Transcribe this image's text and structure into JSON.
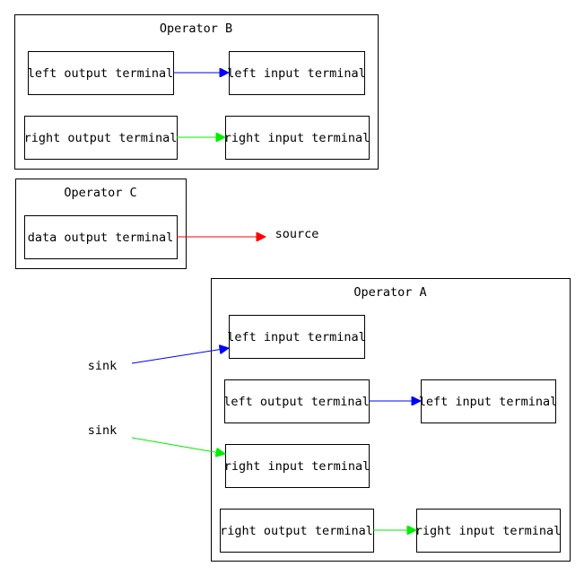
{
  "diagram": {
    "clusters": [
      {
        "id": "opB",
        "title": "Operator B"
      },
      {
        "id": "opC",
        "title": "Operator C"
      },
      {
        "id": "opA",
        "title": "Operator A"
      }
    ],
    "nodes": [
      {
        "id": "b_lo",
        "cluster": "opB",
        "label": "left output terminal"
      },
      {
        "id": "b_li",
        "cluster": "opB",
        "label": "left input terminal"
      },
      {
        "id": "b_ro",
        "cluster": "opB",
        "label": "right output terminal"
      },
      {
        "id": "b_ri",
        "cluster": "opB",
        "label": "right input terminal"
      },
      {
        "id": "c_do",
        "cluster": "opC",
        "label": "data output terminal"
      },
      {
        "id": "a_li1",
        "cluster": "opA",
        "label": "left input terminal"
      },
      {
        "id": "a_lo",
        "cluster": "opA",
        "label": "left output terminal"
      },
      {
        "id": "a_li2",
        "cluster": "opA",
        "label": "left input terminal"
      },
      {
        "id": "a_ri1",
        "cluster": "opA",
        "label": "right input terminal"
      },
      {
        "id": "a_ro",
        "cluster": "opA",
        "label": "right output terminal"
      },
      {
        "id": "a_ri2",
        "cluster": "opA",
        "label": "right input terminal"
      }
    ],
    "free_labels": [
      {
        "id": "source",
        "label": "source"
      },
      {
        "id": "sink1",
        "label": "sink"
      },
      {
        "id": "sink2",
        "label": "sink"
      }
    ],
    "edges": [
      {
        "from": "b_lo",
        "to": "b_li",
        "color": "#0000ff"
      },
      {
        "from": "b_ro",
        "to": "b_ri",
        "color": "#00ee00"
      },
      {
        "from": "c_do",
        "to": "source",
        "color": "#ff0000"
      },
      {
        "from": "sink1",
        "to": "a_li1",
        "color": "#0000ff"
      },
      {
        "from": "a_lo",
        "to": "a_li2",
        "color": "#0000ff"
      },
      {
        "from": "sink2",
        "to": "a_ri1",
        "color": "#00ee00"
      },
      {
        "from": "a_ro",
        "to": "a_ri2",
        "color": "#00ee00"
      }
    ]
  }
}
